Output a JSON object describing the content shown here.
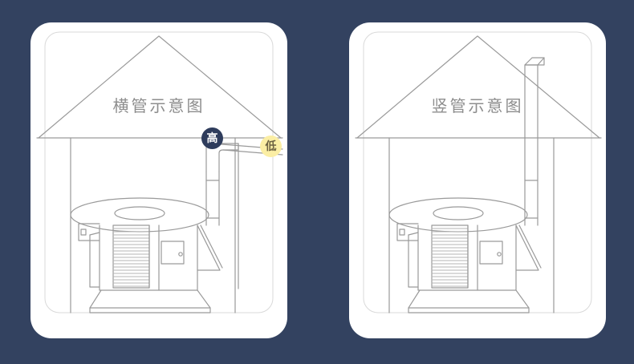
{
  "background_color": "#334260",
  "panels": [
    {
      "id": "horizontal-pipe-panel",
      "title": "横管示意图",
      "badges": [
        {
          "id": "high",
          "label": "高",
          "bg": "#2e3c5c",
          "fg": "#ffffff"
        },
        {
          "id": "low",
          "label": "低",
          "bg": "#fbeea4",
          "fg": "#6b6141"
        }
      ]
    },
    {
      "id": "vertical-pipe-panel",
      "title": "竖管示意图",
      "badges": []
    }
  ],
  "line_color": "#9a9a9a",
  "title_color": "#8d8d8d"
}
